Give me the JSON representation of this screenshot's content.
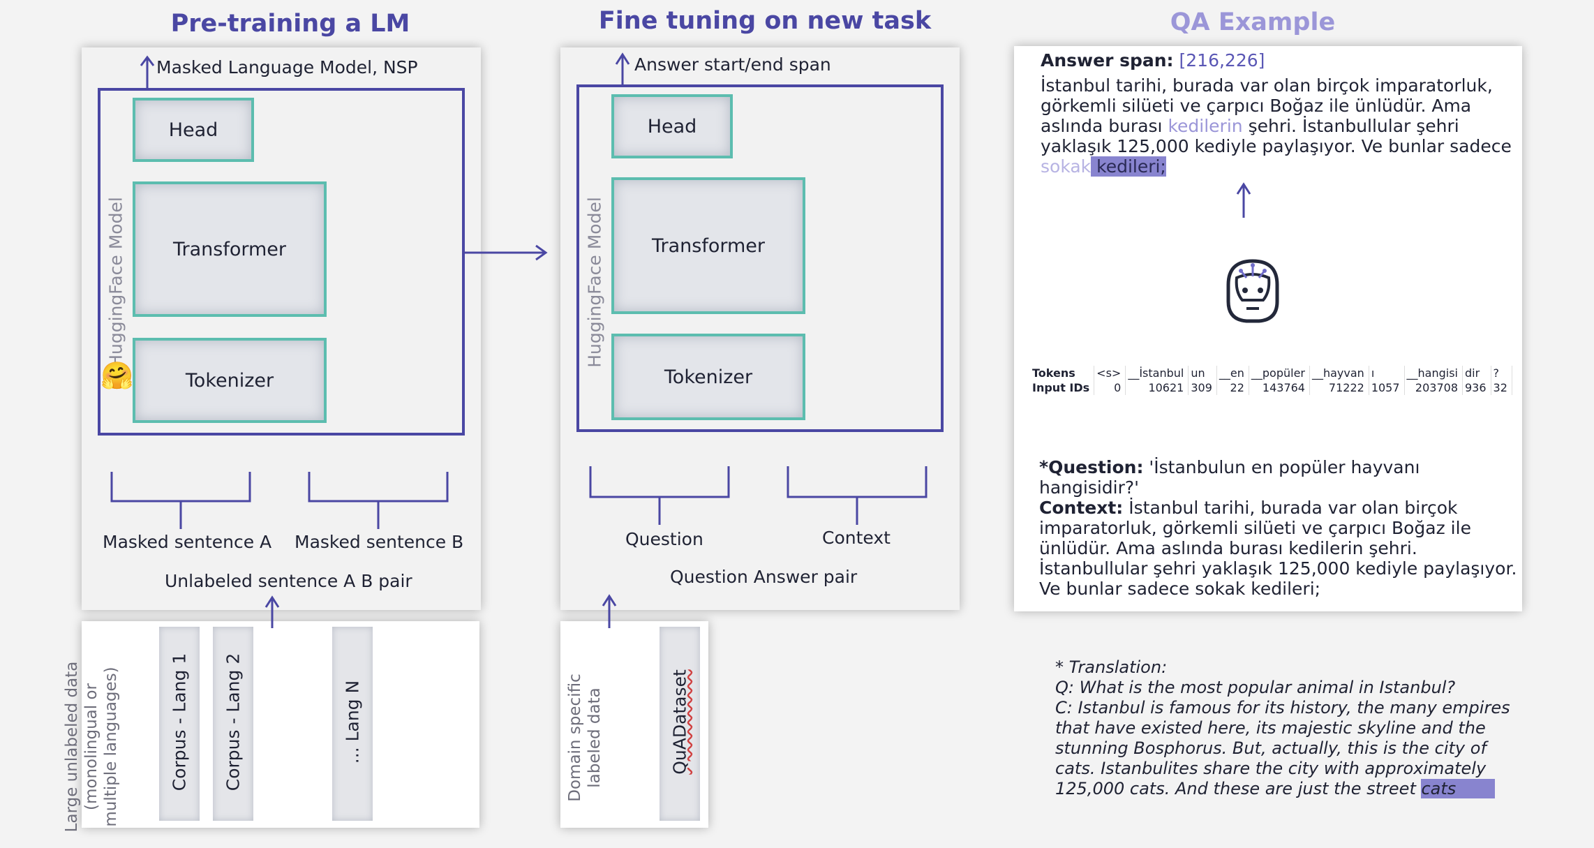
{
  "titles": {
    "pretraining": "Pre-training a LM",
    "finetuning": "Fine tuning on new task",
    "qa": "QA Example"
  },
  "colors": {
    "title": "#4a47a3",
    "qa_title": "#9b96d8",
    "model_border": "#4a47a3",
    "component_border": "#5cbdaf",
    "highlight": "#8884cf"
  },
  "pretrain": {
    "output_label": "Masked Language Model, NSP",
    "model_label": "HuggingFace Model",
    "head": "Head",
    "transformer": "Transformer",
    "tokenizer": "Tokenizer",
    "sentence_a": "Masked sentence A",
    "sentence_b": "Masked sentence B",
    "pair_label": "Unlabeled sentence A B pair",
    "data_label_1": "Large unlabeled data",
    "data_label_2": "(monolingual or",
    "data_label_3": "multiple languages)",
    "corpus": [
      "Corpus - Lang 1",
      "Corpus - Lang 2",
      "... Lang N"
    ],
    "emoji": "🤗"
  },
  "finetune": {
    "output_label": "Answer start/end span",
    "model_label": "HuggingFace Model",
    "head": "Head",
    "transformer": "Transformer",
    "tokenizer": "Tokenizer",
    "question": "Question",
    "context": "Context",
    "pair_label": "Question Answer pair",
    "data_label_1": "Domain specific",
    "data_label_2": "labeled data",
    "dataset": "QuADataset"
  },
  "qa": {
    "answer_span_label": "Answer span:",
    "answer_span_value": "[216,226]",
    "answer_lines": [
      "İstanbul tarihi, burada var olan birçok imparatorluk,",
      "görkemli silüeti ve çarpıcı Boğaz ile ünlüdür. Ama"
    ],
    "line3_pre": "aslında burası ",
    "line3_hl": "kedilerin",
    "line3_post": " şehri. İstanbullular şehri",
    "line4": "yaklaşık 125,000 kediyle paylaşıyor. Ve bunlar sadece",
    "line5_hl1": "sokak",
    "line5_hl2": " kedileri;",
    "tokens_header": "Tokens",
    "ids_header": "Input IDs",
    "tokens": [
      "<s>",
      "__İstanbul",
      "un",
      "__en",
      "__popüler",
      "__hayvan",
      "ı",
      "__hangisi",
      "dir",
      "?"
    ],
    "ids": [
      "0",
      "10621",
      "309",
      "22",
      "143764",
      "71222",
      "1057",
      "203708",
      "936",
      "32"
    ],
    "question_label": "*Question:",
    "question_line1": " 'İstanbulun en popüler hayvanı",
    "question_line2": "hangisidir?'",
    "context_label": "Context:",
    "context_line1": " İstanbul tarihi, burada var olan birçok",
    "context_lines": [
      "imparatorluk, görkemli silüeti ve çarpıcı Boğaz ile",
      "ünlüdür. Ama aslında burası kedilerin şehri.",
      "İstanbullular şehri yaklaşık 125,000 kediyle paylaşıyor.",
      "Ve bunlar sadece sokak kedileri;"
    ]
  },
  "translation": {
    "lines": [
      "* Translation:",
      "Q: What is the most popular animal in Istanbul?",
      "C: Istanbul is famous for its history, the many empires",
      "that have existed here, its majestic skyline and the",
      "stunning Bosphorus. But, actually, this is the city of",
      "cats. Istanbulites share the city with approximately"
    ],
    "last_pre": "125,000 cats. And these are just the street ",
    "last_hl": "cats"
  }
}
